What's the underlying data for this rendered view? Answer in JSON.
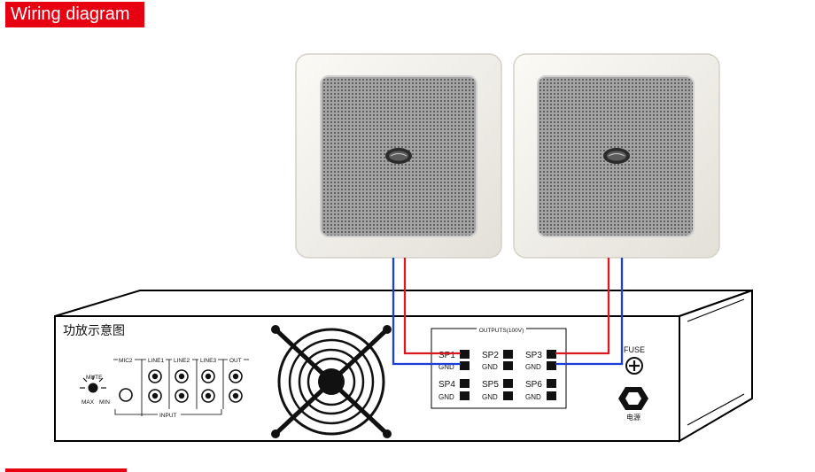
{
  "header": {
    "title": "Wiring diagram"
  },
  "amplifier": {
    "label": "功放示意图",
    "controls": {
      "mute": "MUTE",
      "max": "MAX",
      "min": "MIN"
    },
    "inputs": {
      "group_label": "INPUT",
      "columns": [
        "MIC2",
        "LINE1",
        "LINE2",
        "LINE3",
        "OUT"
      ]
    },
    "outputs": {
      "title": "OUTPUTS(100V)",
      "rows": [
        [
          {
            "label": "SP1"
          },
          {
            "label": "SP2"
          },
          {
            "label": "SP3"
          }
        ],
        [
          {
            "label": "GND"
          },
          {
            "label": "GND"
          },
          {
            "label": "GND"
          }
        ],
        [
          {
            "label": "SP4"
          },
          {
            "label": "SP5"
          },
          {
            "label": "SP6"
          }
        ],
        [
          {
            "label": "GND"
          },
          {
            "label": "GND"
          },
          {
            "label": "GND"
          }
        ]
      ]
    },
    "fuse_label": "FUSE",
    "power_label": "电源"
  },
  "wires": {
    "signal_color": "#d71920",
    "ground_color": "#1b3fd6"
  },
  "colors": {
    "accent": "#e60012",
    "panel": "#ffffff",
    "outline": "#000000",
    "speaker": "#f2f0ea",
    "grille": "#8c8c8c"
  }
}
